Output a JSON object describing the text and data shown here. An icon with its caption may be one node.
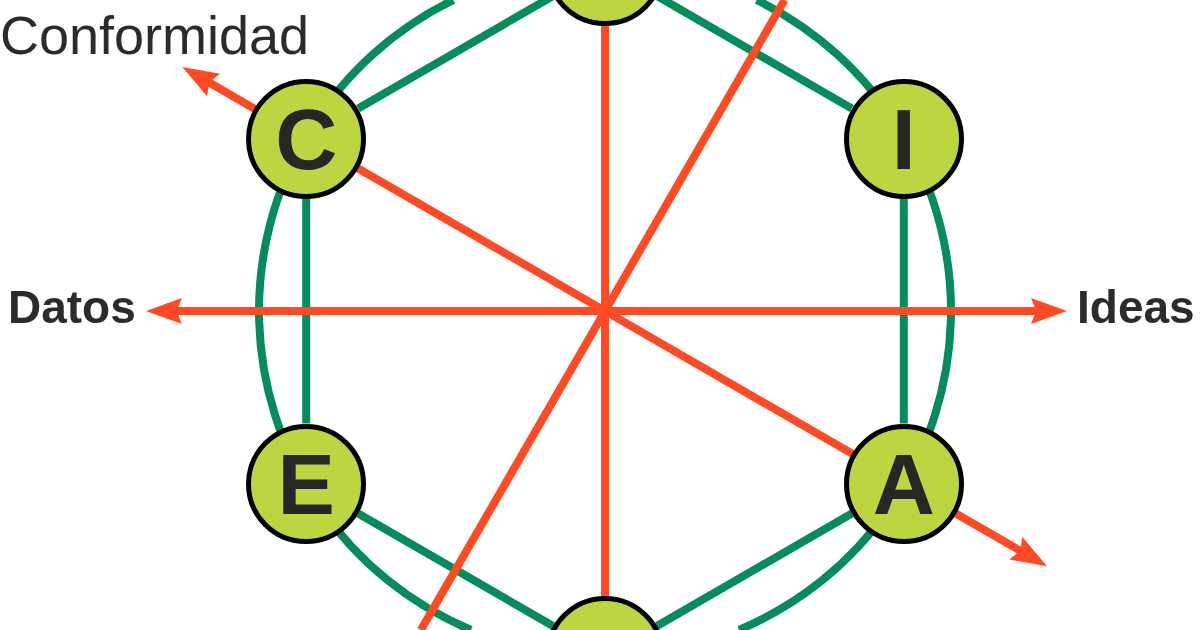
{
  "diagram": {
    "nodes": [
      {
        "text": [],
        "shape": "circle"
      },
      {
        "text": [
          "Conformidad"
        ]
      },
      {
        "text": [
          "C"
        ]
      },
      {
        "text": [
          "I"
        ]
      },
      {
        "text": [
          "Datos"
        ]
      },
      {
        "text": [
          "Ideas"
        ]
      },
      {
        "text": [
          "E"
        ]
      },
      {
        "text": [
          "A"
        ]
      },
      {
        "text": [],
        "shape": "circle"
      }
    ],
    "edges": [
      {
        "from": 0,
        "to": 3,
        "arrow": "none"
      },
      {
        "from": 3,
        "to": 7,
        "arrow": "none"
      },
      {
        "from": 7,
        "to": 8,
        "arrow": "none"
      },
      {
        "from": 8,
        "to": 6,
        "arrow": "none"
      },
      {
        "from": 6,
        "to": 2,
        "arrow": "none"
      },
      {
        "from": 2,
        "to": 0,
        "arrow": "none"
      },
      {
        "from": 0,
        "to": 8,
        "arrow": "none",
        "color": "#ff4a24"
      },
      {
        "from": 4,
        "to": 5,
        "arrow": "both",
        "color": "#ff4a24"
      },
      {
        "from": null,
        "to": 1,
        "arrow": "both",
        "color": "#ff4a24"
      }
    ]
  }
}
